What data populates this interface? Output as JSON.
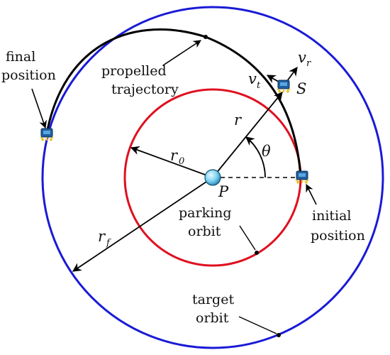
{
  "colors": {
    "target_orbit": "#1a1ad6",
    "parking_orbit": "#e01020",
    "trajectory": "#000000",
    "planet": "#7fd3f2",
    "spacecraft": "#1f5f9e",
    "spacecraft_accent": "#e6c12a"
  },
  "labels": {
    "final_position": [
      "final",
      "position"
    ],
    "propelled_trajectory": [
      "propelled",
      "trajectory"
    ],
    "parking_orbit": [
      "parking",
      "orbit"
    ],
    "initial_position": [
      "initial",
      "position"
    ],
    "target_orbit": [
      "target",
      "orbit"
    ]
  },
  "symbols": {
    "planet": "P",
    "spacecraft": "S",
    "radius_current": "r",
    "radius_parking": "r",
    "radius_parking_sub": "0",
    "radius_target": "r",
    "radius_target_sub": "f",
    "angle": "θ",
    "velocity_radial": "v",
    "velocity_radial_sub": "r",
    "velocity_tangential": "v",
    "velocity_tangential_sub": "t"
  },
  "icons": {
    "planet": "sphere-icon",
    "spacecraft": "satellite-icon"
  }
}
